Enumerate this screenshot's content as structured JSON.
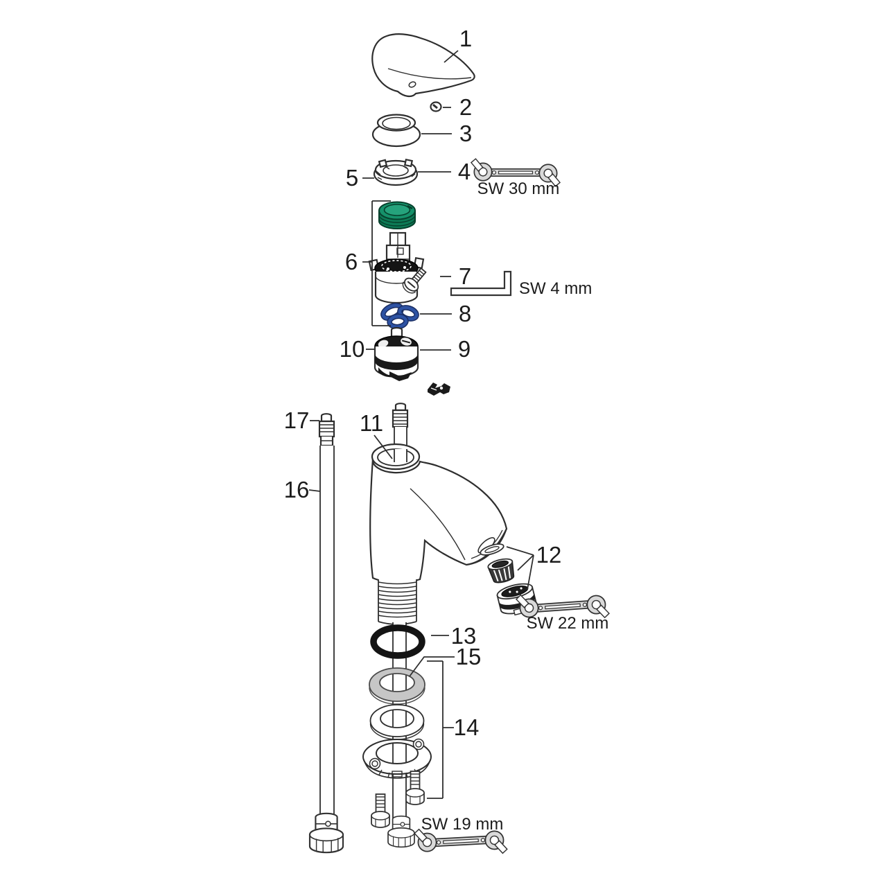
{
  "diagram": {
    "kind": "exploded-parts-diagram",
    "subject": "single-lever basin mixer faucet spare parts",
    "background": "#ffffff",
    "line_color": "#2e2e2e",
    "colors": {
      "cartridge_cap_green": "#15916a",
      "seal_ring_blue": "#2a4a95",
      "washer_gray": "#c6c6c6",
      "o_ring_black": "#141414",
      "tool_fill_gray": "#d9d9d9"
    },
    "callouts": [
      {
        "number": "1",
        "part": "lever-handle"
      },
      {
        "number": "2",
        "part": "handle-screw"
      },
      {
        "number": "3",
        "part": "escutcheon-sleeve"
      },
      {
        "number": "4",
        "part": "cartridge-retaining-nut"
      },
      {
        "number": "5",
        "part": "cartridge-retaining-nut-side"
      },
      {
        "number": "6",
        "part": "cartridge-assembly"
      },
      {
        "number": "7",
        "part": "set-screw"
      },
      {
        "number": "8",
        "part": "seal-ring-set"
      },
      {
        "number": "9",
        "part": "valve-unit"
      },
      {
        "number": "10",
        "part": "valve-unit-side"
      },
      {
        "number": "11",
        "part": "faucet-body"
      },
      {
        "number": "12",
        "part": "aerator-set"
      },
      {
        "number": "13",
        "part": "o-ring"
      },
      {
        "number": "14",
        "part": "fastening-set"
      },
      {
        "number": "15",
        "part": "friction-washer"
      },
      {
        "number": "16",
        "part": "connection-hose"
      },
      {
        "number": "17",
        "part": "hose-nipple"
      }
    ],
    "tools": [
      {
        "label": "SW 30 mm",
        "type": "open-end-wrench"
      },
      {
        "label": "SW 4 mm",
        "type": "hex-key"
      },
      {
        "label": "SW 22 mm",
        "type": "open-end-wrench"
      },
      {
        "label": "SW 19 mm",
        "type": "open-end-wrench"
      }
    ]
  }
}
